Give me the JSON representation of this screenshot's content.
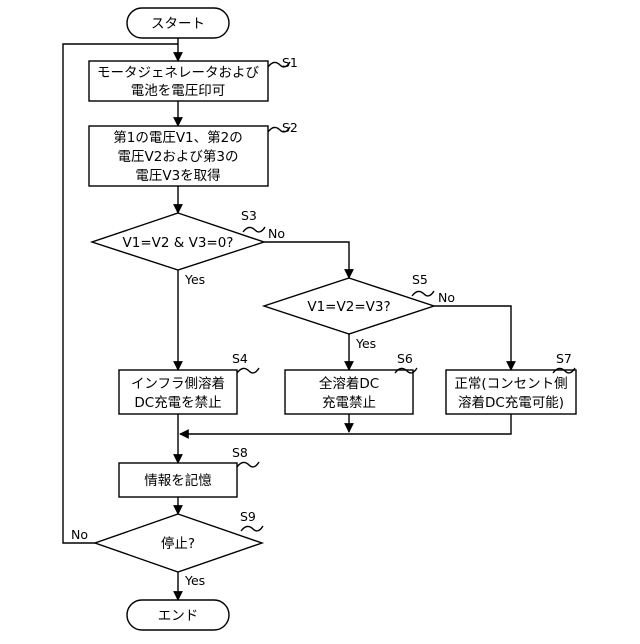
{
  "flowchart": {
    "start": "スタート",
    "end": "エンド",
    "s1": {
      "id": "S1",
      "lines": [
        "モータジェネレータおよび",
        "電池を電圧印可"
      ]
    },
    "s2": {
      "id": "S2",
      "lines": [
        "第1の電圧V1、第2の",
        "電圧V2および第3の",
        "電圧V3を取得"
      ]
    },
    "s3": {
      "id": "S3",
      "text": "V1=V2 & V3=0?",
      "yes": "Yes",
      "no": "No"
    },
    "s4": {
      "id": "S4",
      "lines": [
        "インフラ側溶着",
        "DC充電を禁止"
      ]
    },
    "s5": {
      "id": "S5",
      "text": "V1=V2=V3?",
      "yes": "Yes",
      "no": "No"
    },
    "s6": {
      "id": "S6",
      "lines": [
        "全溶着DC",
        "充電禁止"
      ]
    },
    "s7": {
      "id": "S7",
      "lines": [
        "正常(コンセント側",
        "溶着DC充電可能)"
      ]
    },
    "s8": {
      "id": "S8",
      "text": "情報を記憶"
    },
    "s9": {
      "id": "S9",
      "text": "停止?",
      "yes": "Yes",
      "no": "No"
    }
  }
}
